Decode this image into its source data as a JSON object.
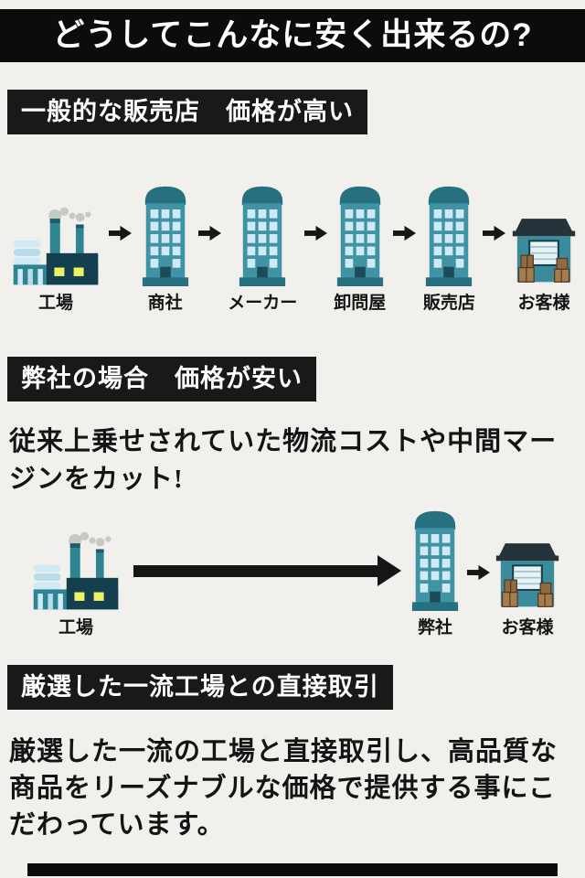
{
  "header": {
    "title": "どうしてこんなに安く出来るの?"
  },
  "section_typical": {
    "label": "一般的な販売店　価格が高い",
    "flow": [
      {
        "icon": "factory-icon",
        "label": "工場"
      },
      {
        "icon": "building-icon",
        "label": "商社"
      },
      {
        "icon": "building-icon",
        "label": "メーカー"
      },
      {
        "icon": "building-icon",
        "label": "卸問屋"
      },
      {
        "icon": "building-icon",
        "label": "販売店"
      },
      {
        "icon": "warehouse-icon",
        "label": "お客様"
      }
    ]
  },
  "section_ours": {
    "label": "弊社の場合　価格が安い",
    "description": "従来上乗せされていた物流コストや中間マージンをカット!",
    "flow": [
      {
        "icon": "factory-icon",
        "label": "工場"
      },
      {
        "icon": "building-icon",
        "label": "弊社"
      },
      {
        "icon": "warehouse-icon",
        "label": "お客様"
      }
    ]
  },
  "section_direct": {
    "label": "厳選した一流工場との直接取引",
    "description": "厳選した一流の工場と直接取引し、高品質な商品をリーズナブルな価格で提供する事にこだわっています。"
  },
  "colors": {
    "background": "#f1f0ec",
    "banner_black": "#0c0c0c",
    "label_box_black": "#191919",
    "arrow_black": "#161616",
    "teal": "#3f93a4",
    "teal_dark": "#27707f",
    "navy_block": "#143f4e",
    "window_light_blue": "#cfeaf4",
    "window_yellow": "#edf164",
    "box_brown": "#a57c4e",
    "smoke_gray": "#c6cac5"
  }
}
